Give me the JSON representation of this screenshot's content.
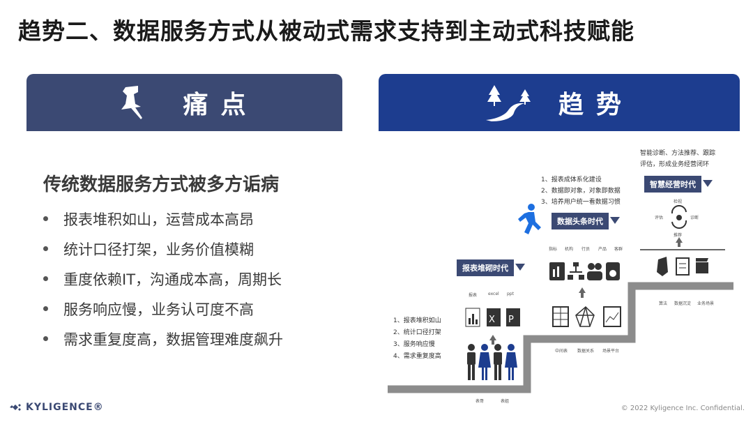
{
  "title": "趋势二、数据服务方式从被动式需求支持到主动式科技赋能",
  "left_panel": {
    "label": "痛点",
    "icon": "pushpin-icon"
  },
  "right_panel": {
    "label": "趋势",
    "icon": "winding-road-trees-icon"
  },
  "pain": {
    "heading": "传统数据服务方式被多方诟病",
    "items": [
      "报表堆积如山，运营成本高昂",
      "统计口径打架，业务价值模糊",
      "重度依赖IT，沟通成本高，周期长",
      "服务响应慢，业务认可度不高",
      "需求重复度高，数据管理难度飙升"
    ]
  },
  "stairs": {
    "era1": {
      "label": "报表堆砌时代",
      "items": [
        "1、报表堆积如山",
        "2、统计口径打架",
        "3、服务响应慢",
        "4、需求重复度高"
      ],
      "icon_labels": [
        "报表",
        "excel",
        "ppt"
      ],
      "people_labels": [
        "表哥",
        "表姐"
      ]
    },
    "era2": {
      "label": "数据头条时代",
      "items": [
        "1、报表成体系化建设",
        "2、数据即对象，对象即数据",
        "3、培养用户统一看数据习惯"
      ],
      "top_labels": [
        "指标",
        "机构",
        "行员",
        "产品",
        "客群"
      ],
      "bottom_labels": [
        "中间表",
        "数据关系",
        "场景平台"
      ]
    },
    "era3": {
      "label": "智慧经营时代",
      "items": [
        "智能诊断、方法推荐、跟踪",
        "评估，形成业务经营闭环"
      ],
      "cycle_labels": [
        "检视",
        "诊断",
        "推荐",
        "评估"
      ],
      "bottom_labels": [
        "算法",
        "数据沉淀",
        "业务场景"
      ]
    }
  },
  "logo": {
    "text": "KYLIGENCE®",
    "icon": "kyligence-logo-icon"
  },
  "footer": "© 2022 Kyligence Inc. Confidential.",
  "colors": {
    "left_panel": "#3b4973",
    "right_panel": "#1d3d8f",
    "accent": "#1d6fe0",
    "stairs": "#8c8c8c"
  }
}
